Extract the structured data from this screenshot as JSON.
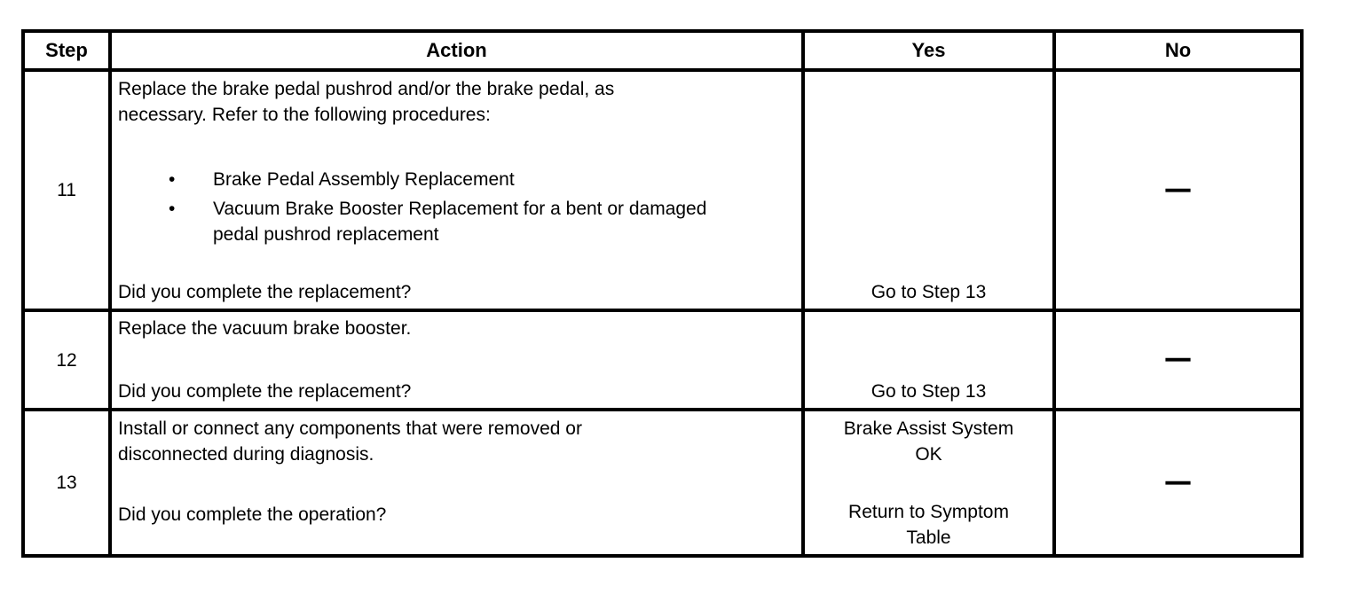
{
  "table": {
    "headers": {
      "step": "Step",
      "action": "Action",
      "yes": "Yes",
      "no": "No"
    },
    "rows": [
      {
        "step": "11",
        "action_intro": "Replace the brake pedal pushrod and/or the brake pedal, as\nnecessary. Refer to the following procedures:",
        "bullet_marker": "•",
        "bullets": [
          "Brake Pedal Assembly Replacement",
          "Vacuum Brake Booster Replacement for a bent or damaged\npedal pushrod replacement"
        ],
        "question": "Did you complete the replacement?",
        "yes": "Go to Step 13",
        "no": "—"
      },
      {
        "step": "12",
        "action_intro": "Replace the vacuum brake booster.",
        "question": "Did you complete the replacement?",
        "yes": "Go to Step 13",
        "no": "—"
      },
      {
        "step": "13",
        "action_intro": "Install or connect any components that were removed or\ndisconnected during diagnosis.",
        "question": "Did you complete the operation?",
        "yes_top": "Brake Assist System\nOK",
        "yes_bottom": "Return to Symptom\nTable",
        "no": "—"
      }
    ]
  }
}
